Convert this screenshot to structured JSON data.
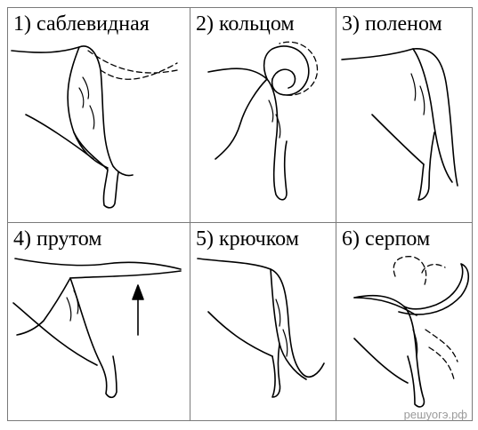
{
  "cells": [
    {
      "label": "1) саблевидная",
      "icon": "sabre-tail"
    },
    {
      "label": "2) кольцом",
      "icon": "ring-tail"
    },
    {
      "label": "3) поленом",
      "icon": "log-tail"
    },
    {
      "label": "4) прутом",
      "icon": "rod-tail"
    },
    {
      "label": "5) крючком",
      "icon": "hook-tail"
    },
    {
      "label": "6) серпом",
      "icon": "sickle-tail"
    }
  ],
  "watermark": "решуогэ.рф"
}
